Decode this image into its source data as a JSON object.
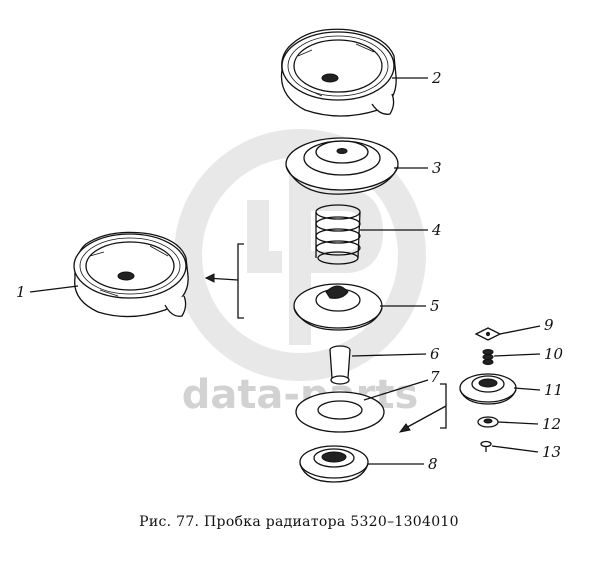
{
  "figure": {
    "caption": "Рис. 77. Пробка радиатора 5320–1304010",
    "watermark": "data-parts",
    "callouts": [
      "1",
      "2",
      "3",
      "4",
      "5",
      "6",
      "7",
      "8",
      "9",
      "10",
      "11",
      "12",
      "13"
    ],
    "colors": {
      "ink": "#111111",
      "watermark": "#d2d2d2",
      "background": "#ffffff"
    }
  }
}
